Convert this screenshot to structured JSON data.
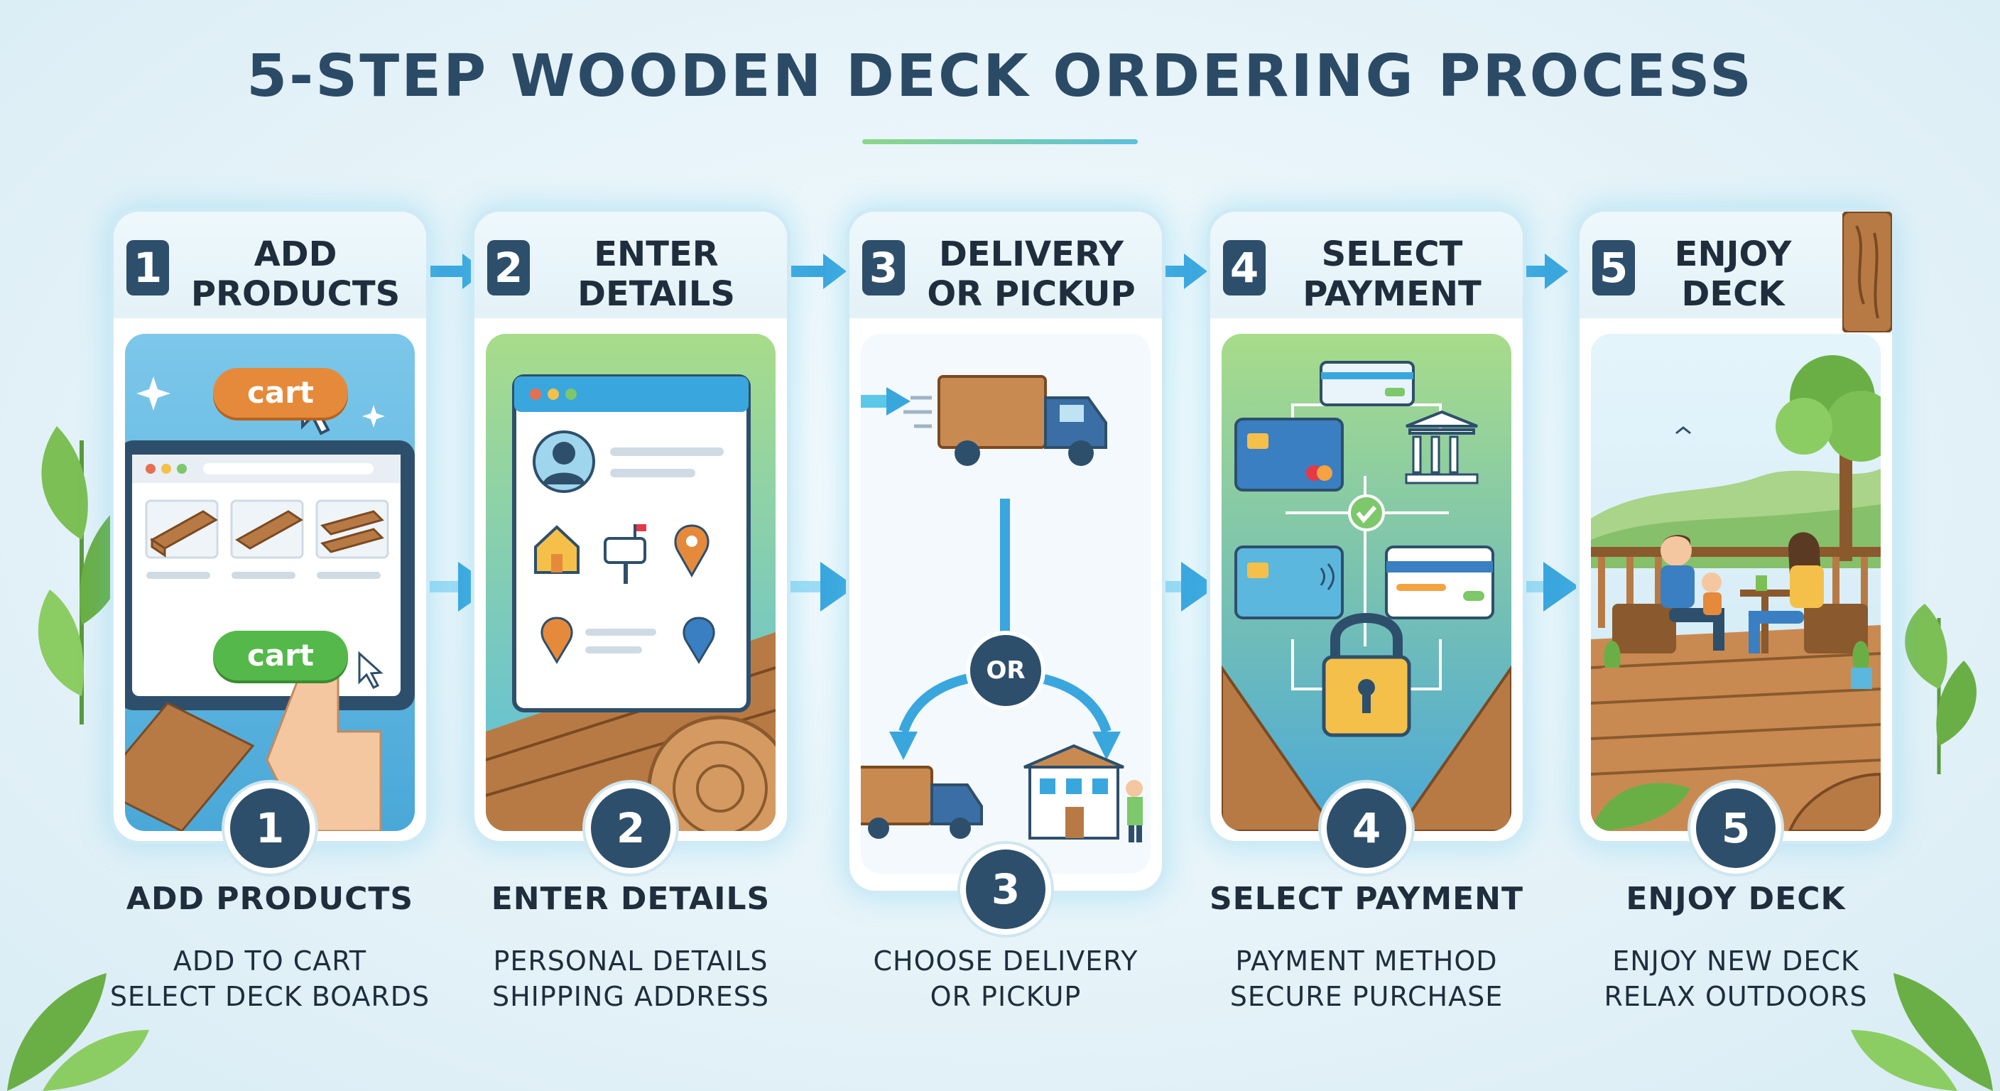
{
  "title": "5-STEP WOODEN DECK ORDERING PROCESS",
  "steps": [
    {
      "num": "1",
      "title_line1": "ADD",
      "title_line2": "PRODUCTS",
      "label": "ADD PRODUCTS",
      "sub1": "ADD TO CART",
      "sub2": "SELECT DECK BOARDS",
      "buttons": [
        "cart",
        "cart"
      ]
    },
    {
      "num": "2",
      "title_line1": "ENTER",
      "title_line2": "DETAILS",
      "label": "ENTER DETAILS",
      "sub1": "PERSONAL DETAILS",
      "sub2": "SHIPPING ADDRESS"
    },
    {
      "num": "3",
      "title_line1": "DELIVERY",
      "title_line2": "OR PICKUP",
      "label": "",
      "sub1": "CHOOSE DELIVERY",
      "sub2": "OR PICKUP",
      "or_badge": "OR"
    },
    {
      "num": "4",
      "title_line1": "SELECT",
      "title_line2": "PAYMENT",
      "label": "SELECT PAYMENT",
      "sub1": "PAYMENT METHOD",
      "sub2": "SECURE PURCHASE"
    },
    {
      "num": "5",
      "title_line1": "ENJOY",
      "title_line2": "DECK",
      "label": "ENJOY DECK",
      "sub1": "ENJOY NEW DECK",
      "sub2": "RELAX OUTDOORS"
    }
  ],
  "colors": {
    "navy": "#2e4f6b",
    "wood": "#b87a45",
    "accent_blue": "#3aa6de",
    "accent_green": "#7cc86a",
    "button_orange": "#e58a3a",
    "button_green": "#55b84a"
  }
}
